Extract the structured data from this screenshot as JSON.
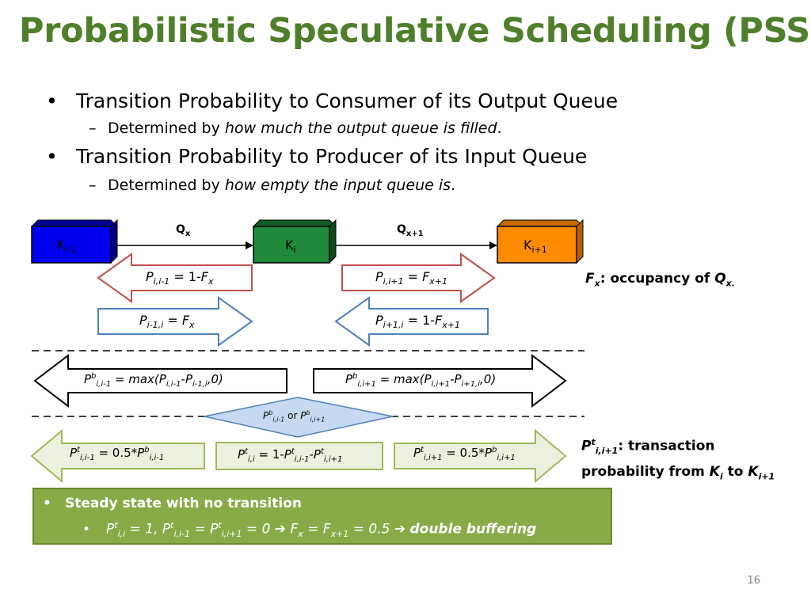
{
  "title": "Probabilistic Speculative Scheduling (PSS)",
  "bullets": [
    {
      "text": "Transition Probability to Consumer of its Output Queue",
      "sub_prefix": "Determined by ",
      "sub_emph": "how much the output queue is filled",
      "sub_suffix": "."
    },
    {
      "text": "Transition Probability to Producer of its Input Queue",
      "sub_prefix": "Determined by ",
      "sub_emph": "how empty  the input queue is",
      "sub_suffix": "."
    }
  ],
  "diagram": {
    "k_prev": {
      "base": "K",
      "sub": "i-1",
      "color": "#0000ee"
    },
    "k_cur": {
      "base": "K",
      "sub": "i",
      "color": "#1e8a3a"
    },
    "k_next": {
      "base": "K",
      "sub": "i+1",
      "color": "#ff8c00"
    },
    "q_left": {
      "base": "Q",
      "sub": "x"
    },
    "q_right": {
      "base": "Q",
      "sub": "x+1"
    },
    "fx_note": {
      "f": "F",
      "f_sub": "x",
      "mid": ": occupancy of ",
      "q": "Q",
      "q_sub": "x."
    },
    "pt_note": {
      "p": "P",
      "p_sup": "t",
      "p_sub": "i,i+1",
      "line1": ": transaction",
      "line2": "probability from ",
      "k1": "K",
      "k1_sub": "i",
      "to": " to ",
      "k2": "K",
      "k2_sub": "i+1"
    },
    "diamond": {
      "p1": "P",
      "p1_sup": "b",
      "p1_sub": "i,i-1",
      "or": " or ",
      "p2": "P",
      "p2_sup": "b",
      "p2_sub": "i,i+1"
    }
  },
  "summary": {
    "heading": "Steady state with no transition",
    "detail": "double buffering"
  },
  "page_number": "16"
}
